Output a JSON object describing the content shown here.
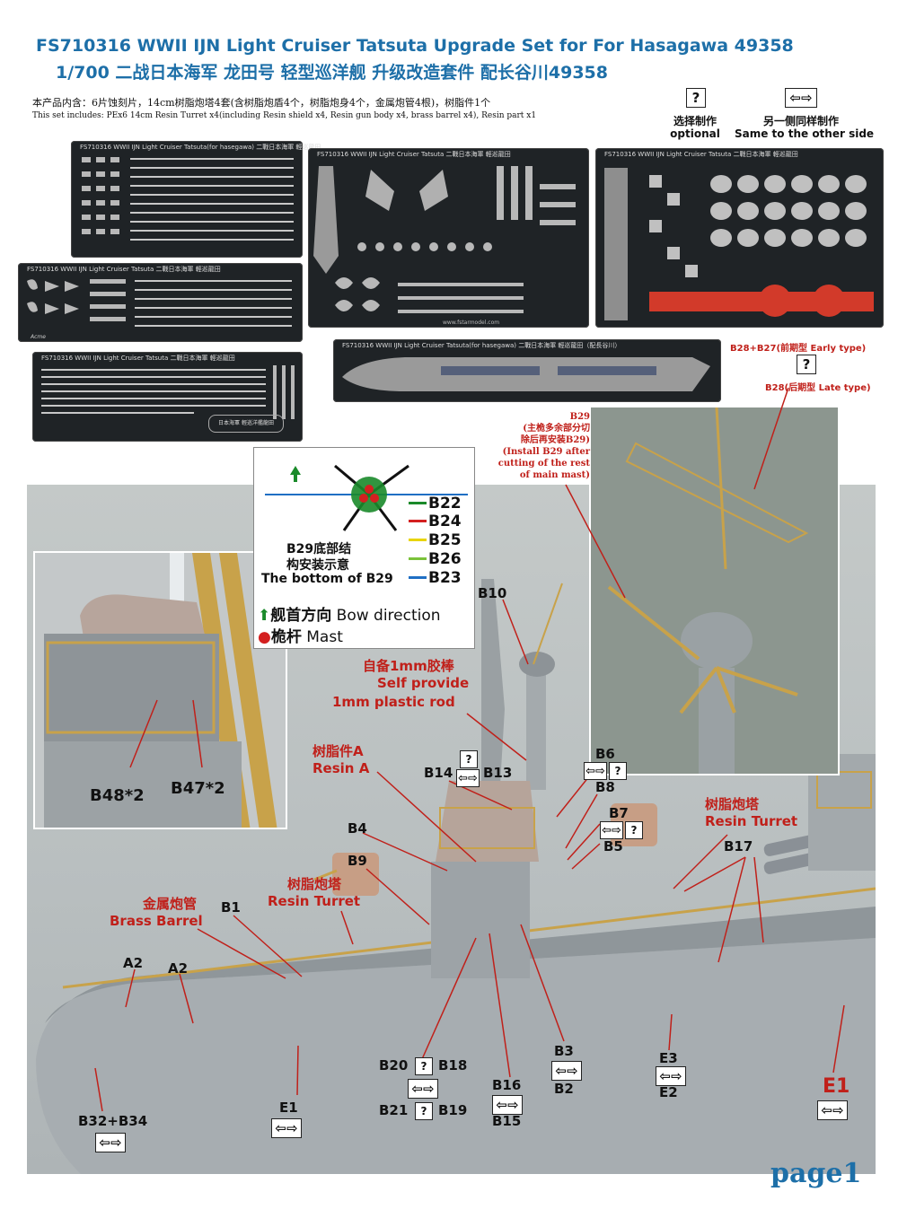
{
  "header": {
    "title_line1": "FS710316  WWII IJN Light Cruiser Tatsuta Upgrade Set for For Hasagawa 49358",
    "title_line2": "1/700      二战日本海军 龙田号 轻型巡洋舰 升级改造套件 配长谷川49358",
    "includes_cn": "本产品内含：6片蚀刻片，14cm树脂炮塔4套(含树脂炮盾4个，树脂炮身4个，金属炮管4根)，树脂件1个",
    "includes_en": "This set includes: PEx6 14cm Resin Turret x4(including Resin shield x4, Resin gun body x4, brass barrel x4), Resin part x1"
  },
  "legend": {
    "optional_symbol": "?",
    "optional_cn": "选择制作",
    "optional_en": "optional",
    "same_side_cn": "另一侧同样制作",
    "same_side_en": "Same to the other side",
    "arrow_symbol": "⇦⇨"
  },
  "frets": {
    "a_title": "FS710316 WWII IJN Light Cruiser Tatsuta(for hasegawa)  二戰日本海軍 輕巡龍田",
    "b_title": "FS710316 WWII IJN Light Cruiser Tatsuta  二戰日本海軍 輕巡龍田",
    "c_title": "FS710316 WWII IJN Light Cruiser Tatsuta  二戰日本海軍 輕巡龍田",
    "d_title": "FS710316 WWII IJN Light Cruiser Tatsuta  二戰日本海軍 輕巡龍田",
    "e_title": "FS710316 WWII IJN Light Cruiser Tatsuta  二戰日本海軍 輕巡龍田",
    "f_title": "FS710316 WWII IJN Light Cruiser Tatsuta(for hasegawa)  二戰日本海軍 輕巡龍田（配長谷川）",
    "brand": "Acme",
    "site": "www.fstarmodel.com",
    "plate_text": "日本海軍 輕巡洋艦龍田"
  },
  "mast_options": {
    "early": "B28+B27(前期型 Early type)",
    "late": "B28(后期型 Late type)",
    "b29_note_line1": "B29",
    "b29_note_line2": "(主桅多余部分切",
    "b29_note_line3": "除后再安装B29)",
    "b29_note_line4": "(Install B29 after",
    "b29_note_line5": "cutting of the rest",
    "b29_note_line6": "of main mast)"
  },
  "diagram": {
    "items": [
      "B22",
      "B24",
      "B25",
      "B26",
      "B23"
    ],
    "colors": [
      "#1a8a2a",
      "#d42020",
      "#e8d400",
      "#7ac23a",
      "#1f6fc4"
    ],
    "caption_cn1": "B29底部结",
    "caption_cn2": "构安装示意",
    "caption_en": "The bottom of B29",
    "bow_cn": "舰首方向",
    "bow_en": "Bow direction",
    "mast_cn": "桅杆",
    "mast_en": "Mast"
  },
  "callouts": {
    "b10": "B10",
    "rod_cn": "自备1mm胶棒",
    "rod_en1": "Self provide",
    "rod_en2": "1mm plastic rod",
    "resin_a_cn": "树脂件A",
    "resin_a_en": "Resin A",
    "b14": "B14",
    "b13": "B13",
    "b6": "B6",
    "b8": "B8",
    "b7": "B7",
    "b5": "B5",
    "b4": "B4",
    "b9": "B9",
    "resin_turret_cn": "树脂炮塔",
    "resin_turret_en": "Resin Turret",
    "brass_cn": "金属炮管",
    "brass_en": "Brass Barrel",
    "b1": "B1",
    "a2_1": "A2",
    "a2_2": "A2",
    "b17": "B17",
    "b48": "B48*2",
    "b47": "B47*2",
    "b20": "B20",
    "b18": "B18",
    "b21": "B21",
    "b19": "B19",
    "b16": "B16",
    "b15": "B15",
    "b3": "B3",
    "b2": "B2",
    "e3": "E3",
    "e2": "E2",
    "e1_left": "E1",
    "e1_right": "E1",
    "b32": "B32+B34"
  },
  "footer": {
    "page": "page1"
  }
}
